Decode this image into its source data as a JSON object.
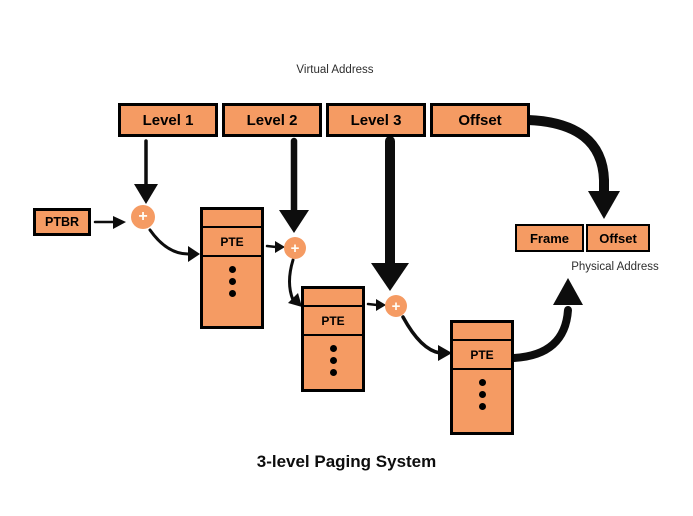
{
  "diagram": {
    "title": "3-level Paging System",
    "virtual_address": {
      "label": "Virtual Address",
      "fields": [
        "Level 1",
        "Level 2",
        "Level 3",
        "Offset"
      ]
    },
    "physical_address": {
      "label": "Physical Address",
      "fields": [
        "Frame",
        "Offset"
      ]
    },
    "ptbr_label": "PTBR",
    "plus_icon": "+",
    "page_tables": [
      {
        "entry": "PTE"
      },
      {
        "entry": "PTE"
      },
      {
        "entry": "PTE"
      }
    ],
    "colors": {
      "box_fill": "#F59B63",
      "box_border": "#000000",
      "arrow": "#0d0d0d",
      "background": "#FFFFFF"
    }
  }
}
